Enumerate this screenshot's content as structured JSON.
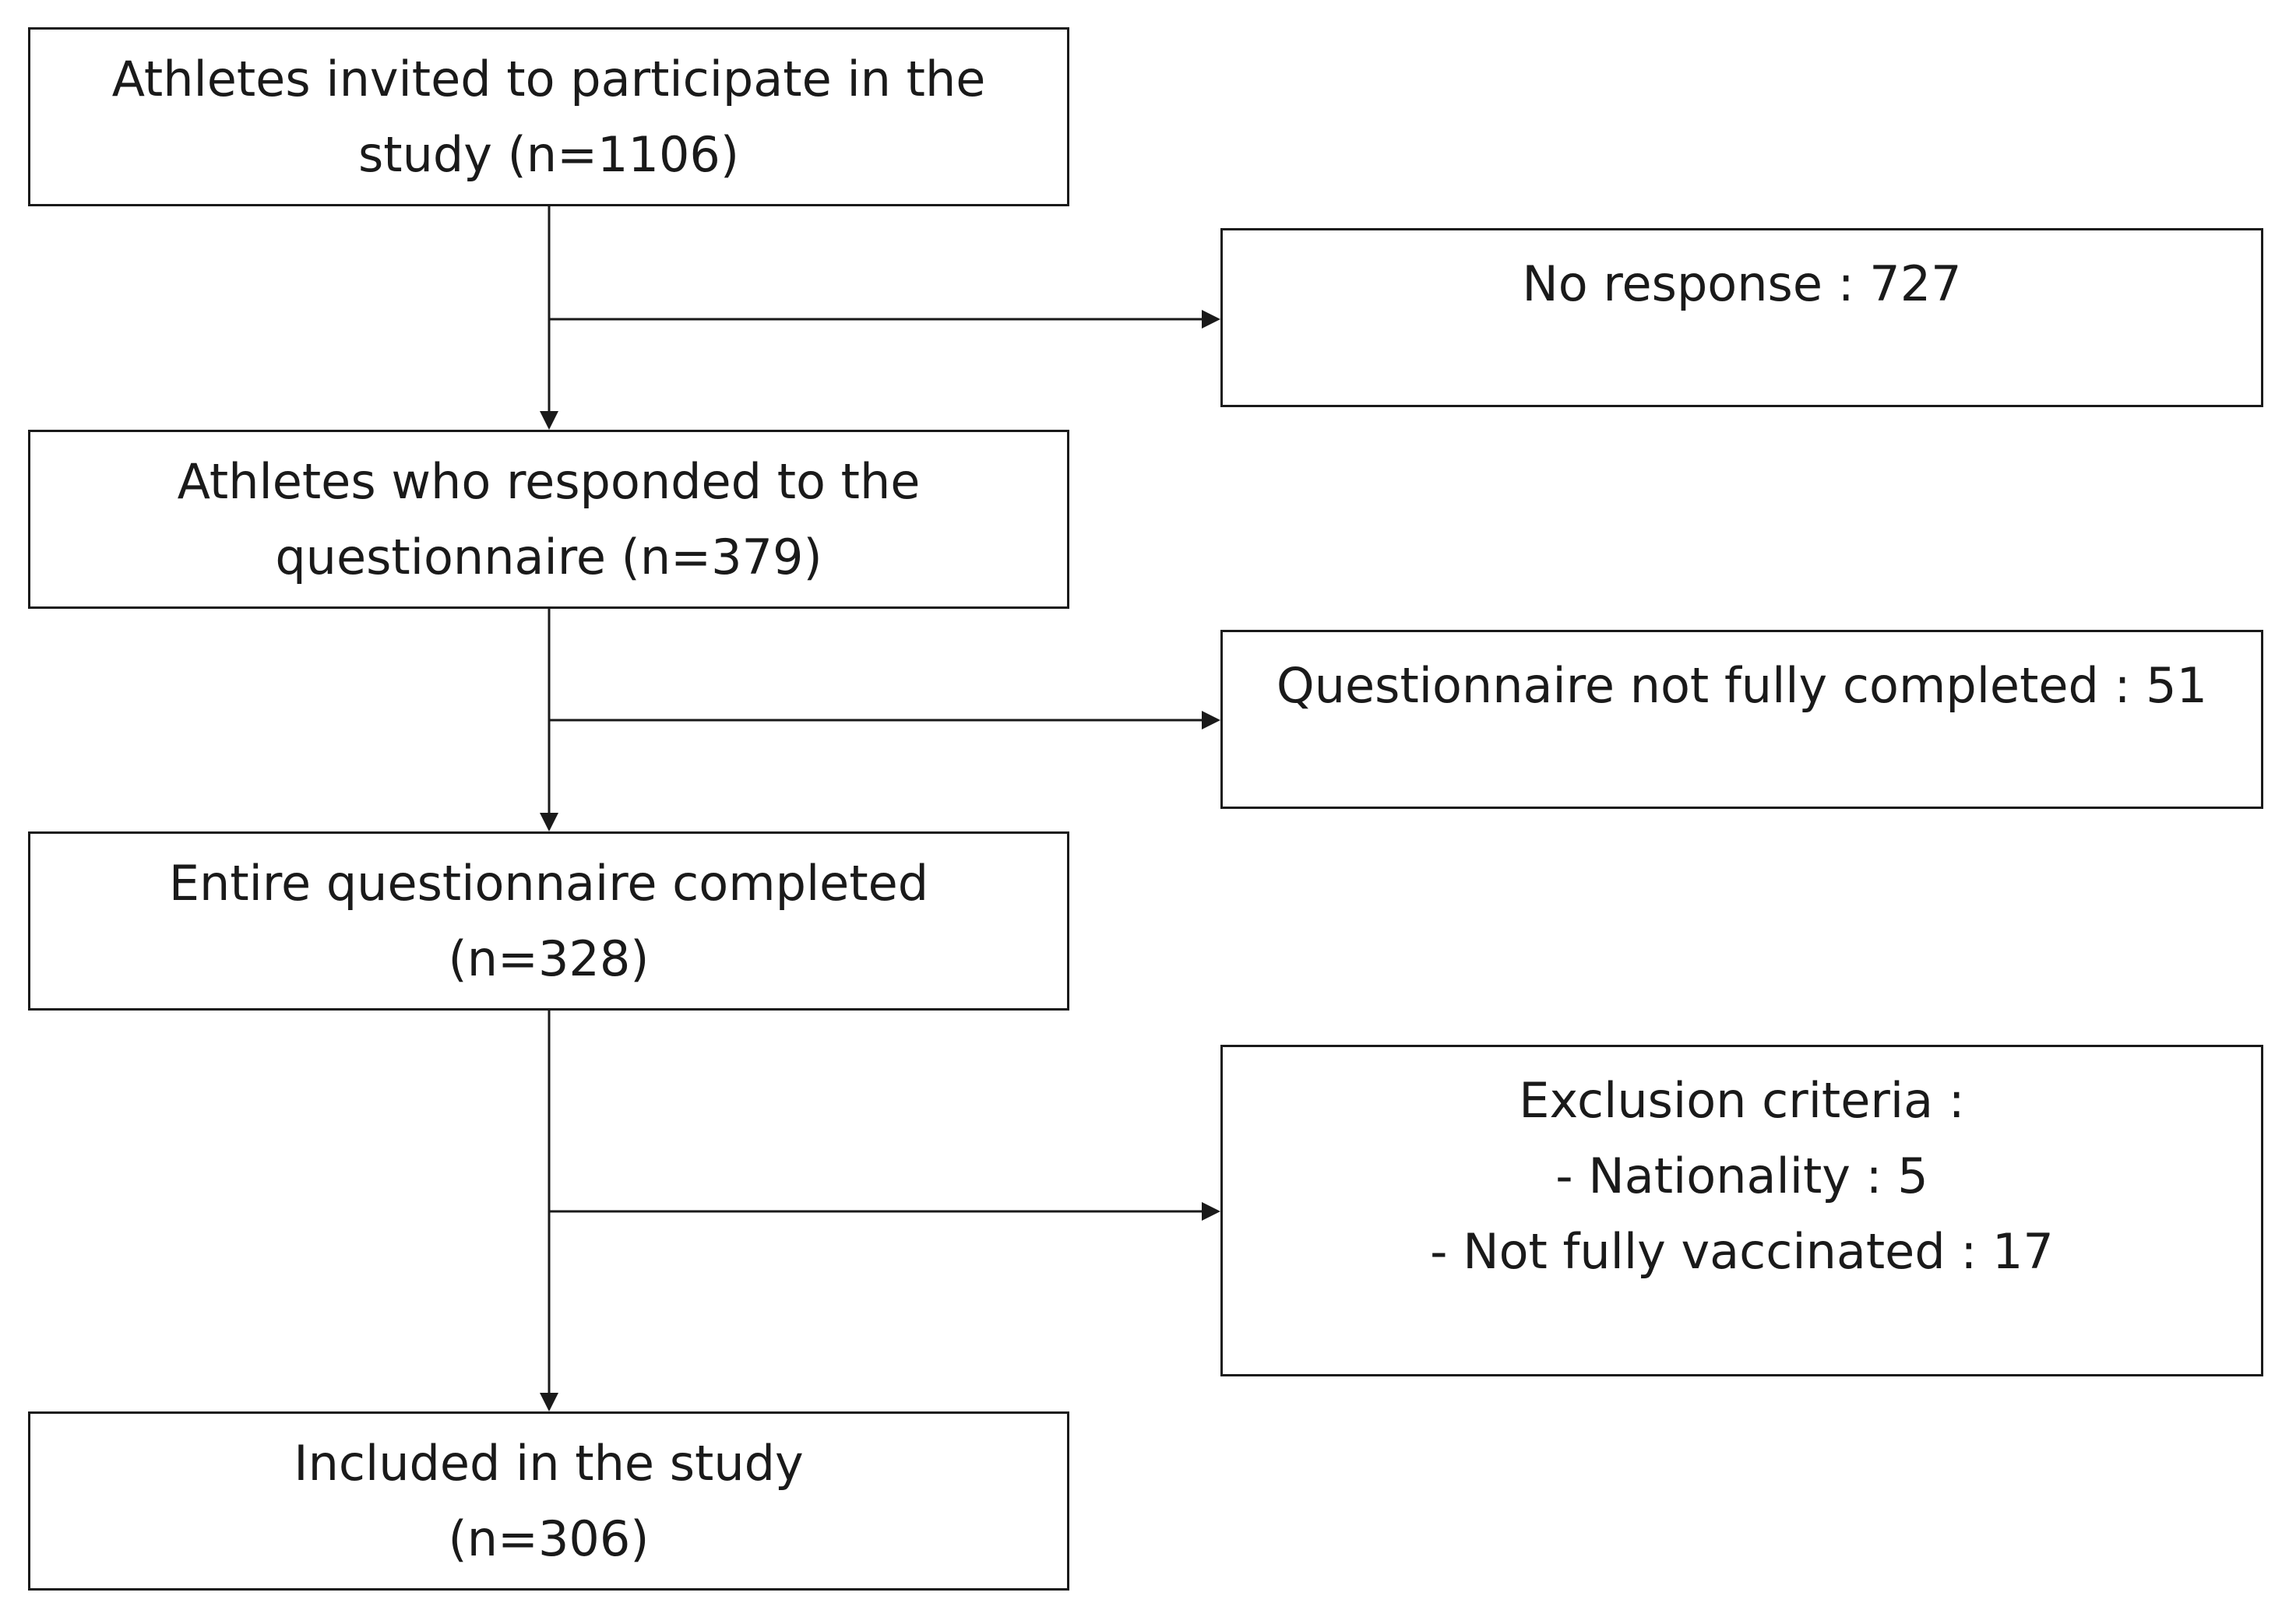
{
  "flowchart": {
    "main_boxes": [
      {
        "lines": [
          "Athletes invited to participate in the",
          "study (n=1106)"
        ]
      },
      {
        "lines": [
          "Athletes who responded to the",
          "questionnaire (n=379)"
        ]
      },
      {
        "lines": [
          "Entire questionnaire completed",
          "(n=328)"
        ]
      },
      {
        "lines": [
          "Included in the study",
          "(n=306)"
        ]
      }
    ],
    "side_boxes": [
      {
        "lines": [
          "No response : 727"
        ]
      },
      {
        "lines": [
          "Questionnaire not fully completed : 51"
        ]
      },
      {
        "lines": [
          "Exclusion criteria :",
          "- Nationality : 5",
          "- Not fully vaccinated : 17"
        ]
      }
    ]
  }
}
